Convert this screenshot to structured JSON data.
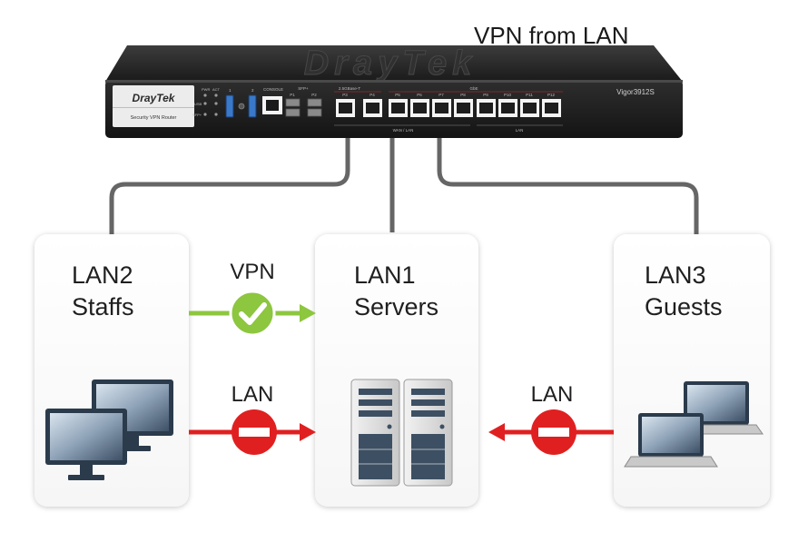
{
  "title": "VPN from LAN",
  "router": {
    "brand": "DrayTek",
    "model": "Vigor3912S",
    "badge": "Security VPN Router",
    "led_labels": [
      "PWR",
      "ACT",
      "USB",
      "SFP+"
    ],
    "port_labels": {
      "console": "CONSOLE",
      "sfp": "SFP+",
      "sfp_ports": [
        "P1",
        "P2"
      ],
      "speed": "2.5GBase-T",
      "ge": "GbE",
      "rj_ports": [
        "P3",
        "P4",
        "P5",
        "P6",
        "P7",
        "P8",
        "P9",
        "P10",
        "P11",
        "P12"
      ],
      "usb": [
        "1",
        "2"
      ],
      "wan_lan": "WAN / LAN",
      "lan": "LAN"
    }
  },
  "boxes": [
    {
      "id": "lan2",
      "line1": "LAN2",
      "line2": "Staffs"
    },
    {
      "id": "lan1",
      "line1": "LAN1",
      "line2": "Servers"
    },
    {
      "id": "lan3",
      "line1": "LAN3",
      "line2": "Guests"
    }
  ],
  "connections": [
    {
      "label": "VPN",
      "status": "allowed",
      "color": "#8dc63f"
    },
    {
      "label": "LAN",
      "status": "blocked",
      "color": "#e02020"
    },
    {
      "label": "LAN",
      "status": "blocked",
      "color": "#e02020"
    }
  ],
  "colors": {
    "allowed": "#8dc63f",
    "blocked": "#e02020",
    "cable": "#666666",
    "router_body": "#2a2a2a"
  }
}
